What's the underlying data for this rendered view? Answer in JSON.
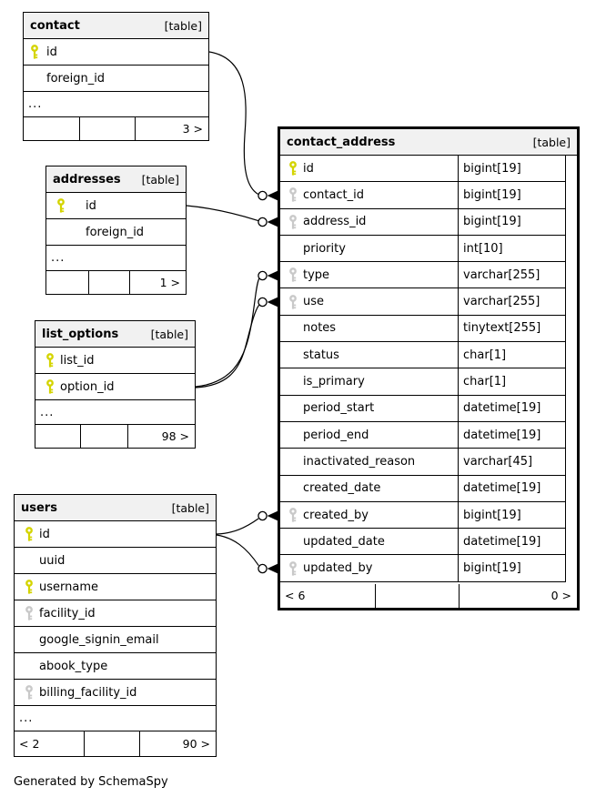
{
  "note": "Generated by SchemaSpy",
  "key_colors": {
    "primary": "#d4d400",
    "foreign": "#c9c9c9"
  },
  "header_bg": "#f1f1f1",
  "tables": [
    {
      "id": "contact",
      "name": "contact",
      "tag": "[table]",
      "columns": [
        {
          "name": "id",
          "key": "primary"
        },
        {
          "name": "foreign_id",
          "key": "none"
        },
        {
          "name": "...",
          "ellipsis": true
        }
      ],
      "footer": {
        "left": "",
        "mid": "",
        "right": "3 >"
      }
    },
    {
      "id": "addresses",
      "name": "addresses",
      "tag": "[table]",
      "columns": [
        {
          "name": "id",
          "key": "primary"
        },
        {
          "name": "foreign_id",
          "key": "none"
        },
        {
          "name": "...",
          "ellipsis": true
        }
      ],
      "footer": {
        "left": "",
        "mid": "",
        "right": "1 >"
      }
    },
    {
      "id": "list_options",
      "name": "list_options",
      "tag": "[table]",
      "columns": [
        {
          "name": "list_id",
          "key": "primary"
        },
        {
          "name": "option_id",
          "key": "primary"
        },
        {
          "name": "...",
          "ellipsis": true
        }
      ],
      "footer": {
        "left": "",
        "mid": "",
        "right": "98 >"
      }
    },
    {
      "id": "users",
      "name": "users",
      "tag": "[table]",
      "columns": [
        {
          "name": "id",
          "key": "primary"
        },
        {
          "name": "uuid",
          "key": "none"
        },
        {
          "name": "username",
          "key": "primary"
        },
        {
          "name": "facility_id",
          "key": "foreign"
        },
        {
          "name": "google_signin_email",
          "key": "none"
        },
        {
          "name": "abook_type",
          "key": "none"
        },
        {
          "name": "billing_facility_id",
          "key": "foreign"
        },
        {
          "name": "...",
          "ellipsis": true
        }
      ],
      "footer": {
        "left": "< 2",
        "mid": "",
        "right": "90 >"
      }
    },
    {
      "id": "contact_address",
      "name": "contact_address",
      "tag": "[table]",
      "columns": [
        {
          "name": "id",
          "key": "primary",
          "type": "bigint[19]"
        },
        {
          "name": "contact_id",
          "key": "foreign",
          "type": "bigint[19]"
        },
        {
          "name": "address_id",
          "key": "foreign",
          "type": "bigint[19]"
        },
        {
          "name": "priority",
          "key": "none",
          "type": "int[10]"
        },
        {
          "name": "type",
          "key": "foreign",
          "type": "varchar[255]"
        },
        {
          "name": "use",
          "key": "foreign",
          "type": "varchar[255]"
        },
        {
          "name": "notes",
          "key": "none",
          "type": "tinytext[255]"
        },
        {
          "name": "status",
          "key": "none",
          "type": "char[1]"
        },
        {
          "name": "is_primary",
          "key": "none",
          "type": "char[1]"
        },
        {
          "name": "period_start",
          "key": "none",
          "type": "datetime[19]"
        },
        {
          "name": "period_end",
          "key": "none",
          "type": "datetime[19]"
        },
        {
          "name": "inactivated_reason",
          "key": "none",
          "type": "varchar[45]"
        },
        {
          "name": "created_date",
          "key": "none",
          "type": "datetime[19]"
        },
        {
          "name": "created_by",
          "key": "foreign",
          "type": "bigint[19]"
        },
        {
          "name": "updated_date",
          "key": "none",
          "type": "datetime[19]"
        },
        {
          "name": "updated_by",
          "key": "foreign",
          "type": "bigint[19]"
        }
      ],
      "footer": {
        "left": "< 6",
        "mid": "",
        "right": "0 >"
      }
    }
  ],
  "relationships": [
    {
      "from": "contact.id",
      "to": "contact_address.contact_id"
    },
    {
      "from": "addresses.id",
      "to": "contact_address.address_id"
    },
    {
      "from": "list_options.option_id",
      "to": "contact_address.type"
    },
    {
      "from": "list_options.option_id",
      "to": "contact_address.use"
    },
    {
      "from": "users.id",
      "to": "contact_address.created_by"
    },
    {
      "from": "users.id",
      "to": "contact_address.updated_by"
    }
  ]
}
